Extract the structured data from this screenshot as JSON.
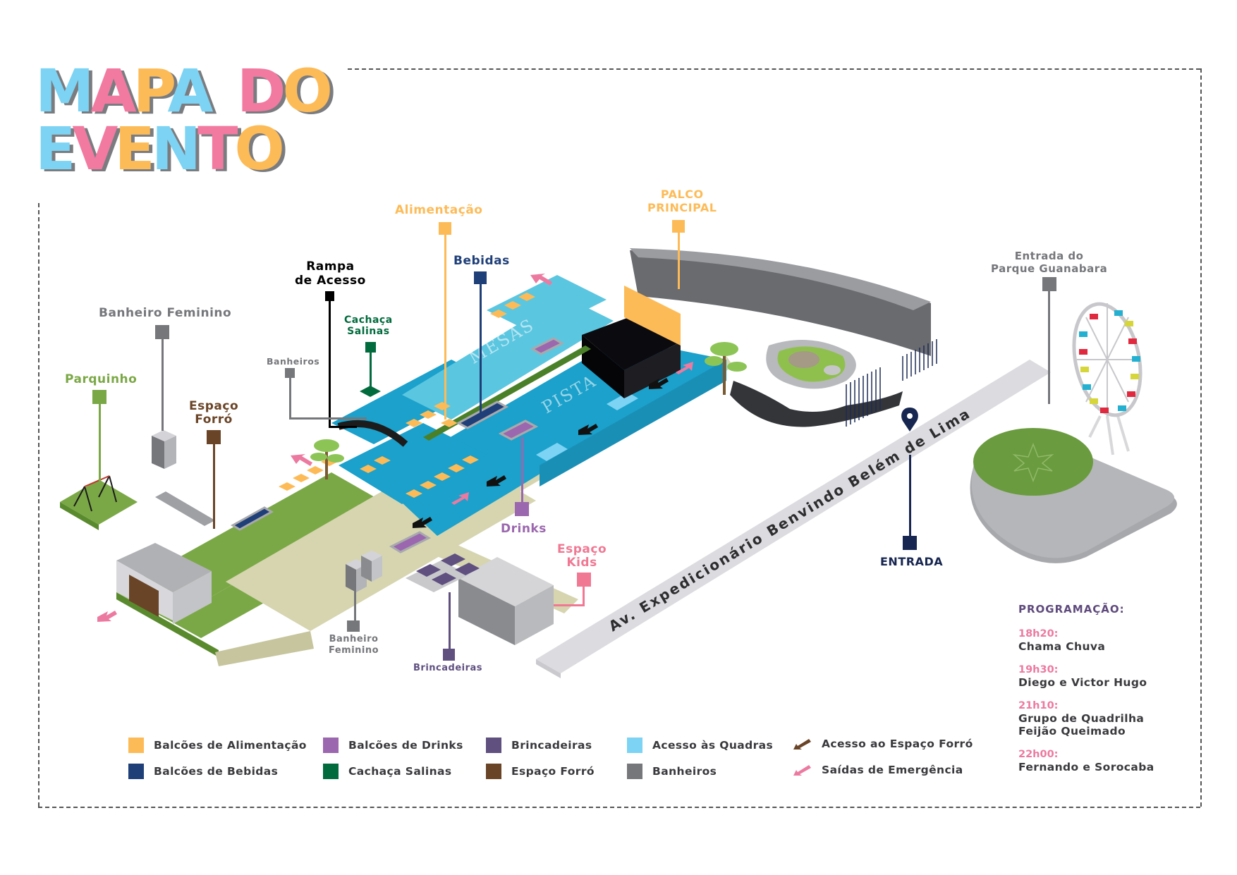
{
  "title": {
    "line1": [
      {
        "char": "M",
        "color": "#7dd3f3"
      },
      {
        "char": "A",
        "color": "#f27aa1"
      },
      {
        "char": "P",
        "color": "#fdbb57"
      },
      {
        "char": "A",
        "color": "#7dd3f3"
      },
      {
        "char": " ",
        "color": "#ffffff"
      },
      {
        "char": "D",
        "color": "#f27aa1"
      },
      {
        "char": "O",
        "color": "#fdbb57"
      }
    ],
    "line2": [
      {
        "char": "E",
        "color": "#7dd3f3"
      },
      {
        "char": "V",
        "color": "#f27aa1"
      },
      {
        "char": "E",
        "color": "#fdbb57"
      },
      {
        "char": "N",
        "color": "#7dd3f3"
      },
      {
        "char": "T",
        "color": "#f27aa1"
      },
      {
        "char": "O",
        "color": "#fdbb57"
      }
    ]
  },
  "colors": {
    "alimentacao": "#fdbb57",
    "bebidas": "#1f3f78",
    "drinks": "#9b67ae",
    "cachaca": "#016b3d",
    "brincadeiras": "#5f5080",
    "forro": "#6a4427",
    "quadras": "#7dd3f3",
    "banheiros": "#76777b",
    "parquinho": "#7ba846",
    "kids": "#f07893",
    "entrada": "#172650",
    "rampa": "#000000",
    "emergency": "#ec7aa0"
  },
  "map_labels": {
    "alimentacao": "Alimentação",
    "palco_line1": "PALCO",
    "palco_line2": "PRINCIPAL",
    "bebidas": "Bebidas",
    "rampa_line1": "Rampa",
    "rampa_line2": "de Acesso",
    "cachaca_line1": "Cachaça",
    "cachaca_line2": "Salinas",
    "banheiro_feminino_top": "Banheiro Feminino",
    "banheiros": "Banheiros",
    "parquinho": "Parquinho",
    "forro_line1": "Espaço",
    "forro_line2": "Forró",
    "drinks": "Drinks",
    "kids_line1": "Espaço",
    "kids_line2": "Kids",
    "banheiro_feminino_bottom_line1": "Banheiro",
    "banheiro_feminino_bottom_line2": "Feminino",
    "brincadeiras": "Brincadeiras",
    "entrada": "ENTRADA",
    "parque_line1": "Entrada do",
    "parque_line2": "Parque Guanabara",
    "mesas": "MESAS",
    "pista": "PISTA",
    "street": "Av. Expedicionário Benvindo Belém de Lima"
  },
  "legend": [
    {
      "label": "Balcões de Alimentação",
      "color": "#fdbb57",
      "icon": "square"
    },
    {
      "label": "Balcões de Bebidas",
      "color": "#1f3f78",
      "icon": "square"
    },
    {
      "label": "Balcões de Drinks",
      "color": "#9b67ae",
      "icon": "square"
    },
    {
      "label": "Cachaça Salinas",
      "color": "#016b3d",
      "icon": "square"
    },
    {
      "label": "Brincadeiras",
      "color": "#5f5080",
      "icon": "square"
    },
    {
      "label": "Espaço Forró",
      "color": "#6a4427",
      "icon": "square"
    },
    {
      "label": "Acesso às Quadras",
      "color": "#7dd3f3",
      "icon": "square"
    },
    {
      "label": "Banheiros",
      "color": "#76777b",
      "icon": "square"
    },
    {
      "label": "Acesso ao Espaço Forró",
      "color": "#6a4427",
      "icon": "arrow-down-left"
    },
    {
      "label": "Saídas de Emergência",
      "color": "#ec7aa0",
      "icon": "arrow-down-left"
    }
  ],
  "programacao": {
    "title": "PROGRAMAÇÃO:",
    "items": [
      {
        "time": "18h20:",
        "act": "Chama Chuva"
      },
      {
        "time": "19h30:",
        "act": "Diego e Victor Hugo"
      },
      {
        "time": "21h10:",
        "act": "Grupo de Quadrilha\nFeijão Queimado"
      },
      {
        "time": "22h00:",
        "act": "Fernando e Sorocaba"
      }
    ]
  }
}
